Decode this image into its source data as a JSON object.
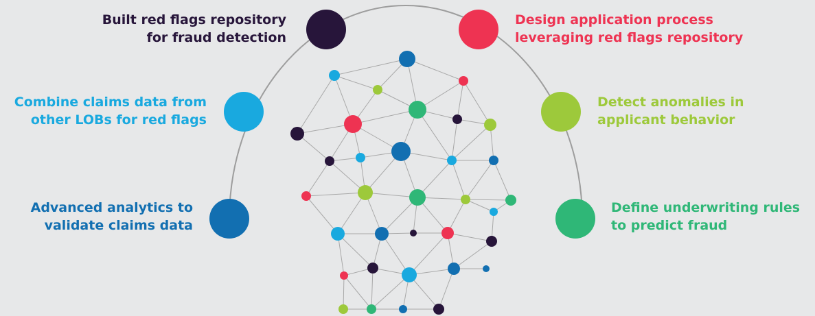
{
  "colors": {
    "background": "#e7e8e9",
    "navy": "#27153a",
    "red": "#ee3352",
    "sky": "#19a9df",
    "lime": "#9dc93b",
    "blue": "#126fb1",
    "green": "#2fb777",
    "arc": "#9d9d9d",
    "edge": "#a8a8a8"
  },
  "items": [
    {
      "id": "built-repository",
      "lines": [
        "Built red flags repository",
        "for fraud detection"
      ],
      "color": "#27153a",
      "side": "left"
    },
    {
      "id": "design-process",
      "lines": [
        "Design application process",
        "leveraging red flags repository"
      ],
      "color": "#ee3352",
      "side": "right"
    },
    {
      "id": "combine-claims",
      "lines": [
        "Combine claims data from",
        "other LOBs for red flags"
      ],
      "color": "#19a9df",
      "side": "left"
    },
    {
      "id": "detect-anomalies",
      "lines": [
        "Detect anomalies in",
        "applicant behavior"
      ],
      "color": "#9dc93b",
      "side": "right"
    },
    {
      "id": "advanced-analytics",
      "lines": [
        "Advanced analytics to",
        "validate claims data"
      ],
      "color": "#126fb1",
      "side": "left"
    },
    {
      "id": "underwriting-rules",
      "lines": [
        "Define underwriting rules",
        "to predict fraud"
      ],
      "color": "#2fb777",
      "side": "right"
    }
  ]
}
